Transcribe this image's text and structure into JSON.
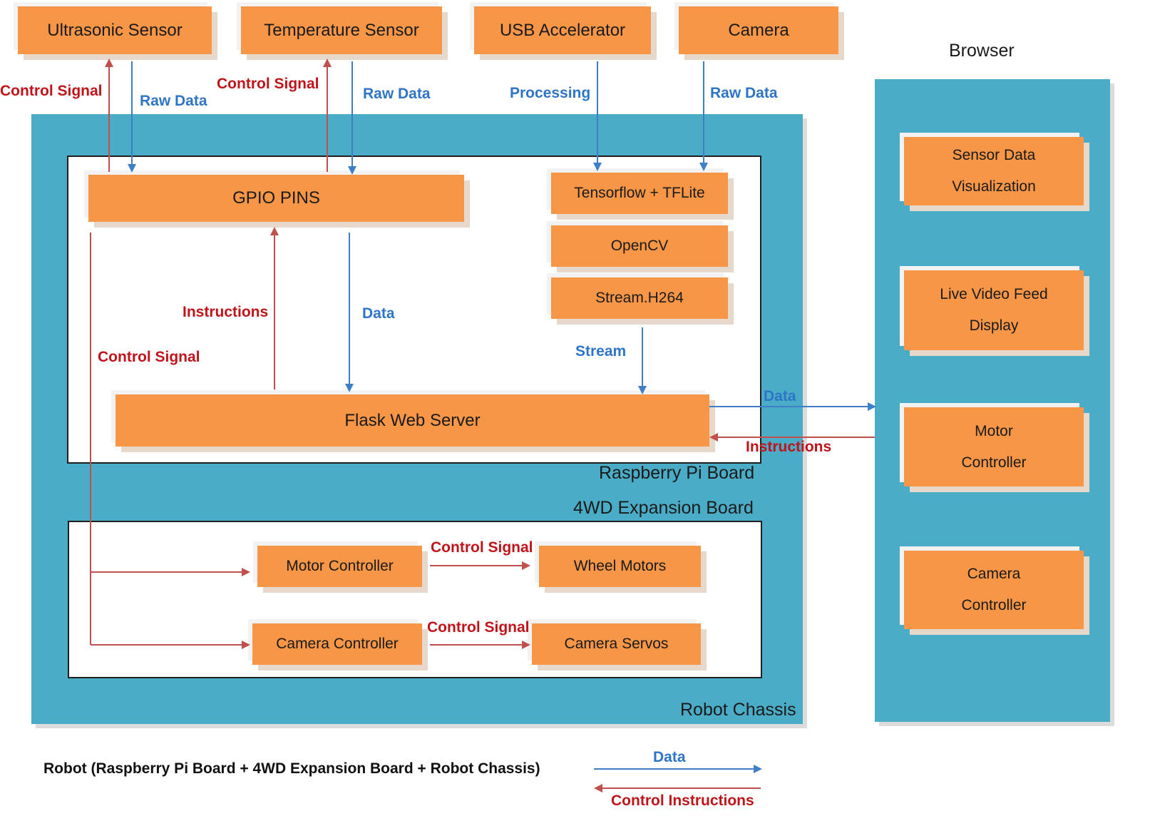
{
  "sources": {
    "ultrasonic": "Ultrasonic Sensor",
    "temperature": "Temperature Sensor",
    "usb_accelerator": "USB Accelerator",
    "camera": "Camera"
  },
  "panels": {
    "robot_chassis": "Robot Chassis",
    "raspberry_pi_board": "Raspberry Pi Board",
    "expansion_board": "4WD Expansion Board",
    "browser": "Browser"
  },
  "pi": {
    "gpio": "GPIO PINS",
    "tensorflow": "Tensorflow + TFLite",
    "opencv": "OpenCV",
    "stream": "Stream.H264",
    "flask": "Flask Web Server"
  },
  "expansion": {
    "motor_controller": "Motor Controller",
    "wheel_motors": "Wheel Motors",
    "camera_controller": "Camera Controller",
    "camera_servos": "Camera Servos"
  },
  "browser_items": [
    [
      "Sensor Data",
      "Visualization"
    ],
    [
      "Live Video Feed",
      "Display"
    ],
    [
      "Motor",
      "Controller"
    ],
    [
      "Camera",
      "Controller"
    ]
  ],
  "labels": {
    "control_signal": "Control Signal",
    "raw_data": "Raw Data",
    "processing": "Processing",
    "instructions": "Instructions",
    "data": "Data",
    "stream": "Stream"
  },
  "legend": {
    "caption": "Robot (Raspberry Pi Board + 4WD Expansion Board + Robot Chassis)",
    "data": "Data",
    "control_instructions": "Control Instructions"
  },
  "colors": {
    "panel": "#4aacc6",
    "box": "#f79646",
    "data_arrow": "#3f7fc6",
    "control_arrow": "#c0504d"
  }
}
